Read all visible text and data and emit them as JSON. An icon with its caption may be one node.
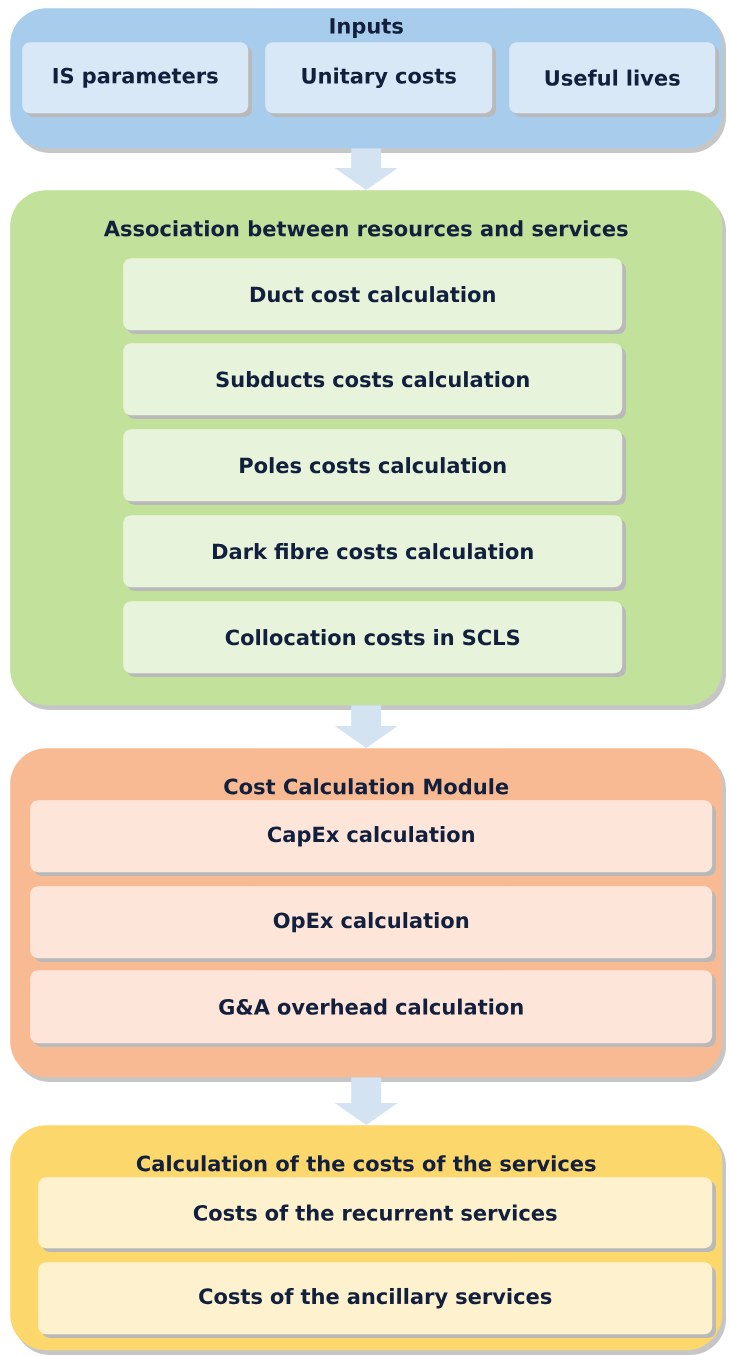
{
  "diagram": {
    "nodes": [
      {
        "text": [
          "Inputs"
        ]
      },
      {
        "text": [
          "IS parameters"
        ],
        "in": 0
      },
      {
        "text": [
          "Unitary costs"
        ],
        "in": 0
      },
      {
        "text": [
          "Useful lives"
        ],
        "in": 0
      },
      {
        "text": [
          "Association between resources and services"
        ]
      },
      {
        "text": [
          "Duct cost calculation"
        ],
        "in": 4
      },
      {
        "text": [
          "Subducts costs calculation"
        ],
        "in": 4
      },
      {
        "text": [
          "Poles costs calculation"
        ],
        "in": 4
      },
      {
        "text": [
          "Dark fibre costs calculation"
        ],
        "in": 4
      },
      {
        "text": [
          "Collocation costs in SCLS"
        ],
        "in": 4
      },
      {
        "text": [
          "Cost Calculation Module"
        ]
      },
      {
        "text": [
          "CapEx calculation"
        ],
        "in": 10
      },
      {
        "text": [
          "OpEx calculation"
        ],
        "in": 10
      },
      {
        "text": [
          "G&A overhead calculation"
        ],
        "in": 10
      },
      {
        "text": [
          "Calculation of the costs of the services"
        ]
      },
      {
        "text": [
          "Costs of the recurrent services"
        ],
        "in": 14
      },
      {
        "text": [
          "Costs of the ancillary services"
        ],
        "in": 14
      }
    ],
    "edges": [
      {
        "from": 0,
        "to": 4,
        "arrow": "to"
      },
      {
        "from": 4,
        "to": 10,
        "arrow": "to"
      },
      {
        "from": 10,
        "to": 14,
        "arrow": "to"
      }
    ]
  }
}
